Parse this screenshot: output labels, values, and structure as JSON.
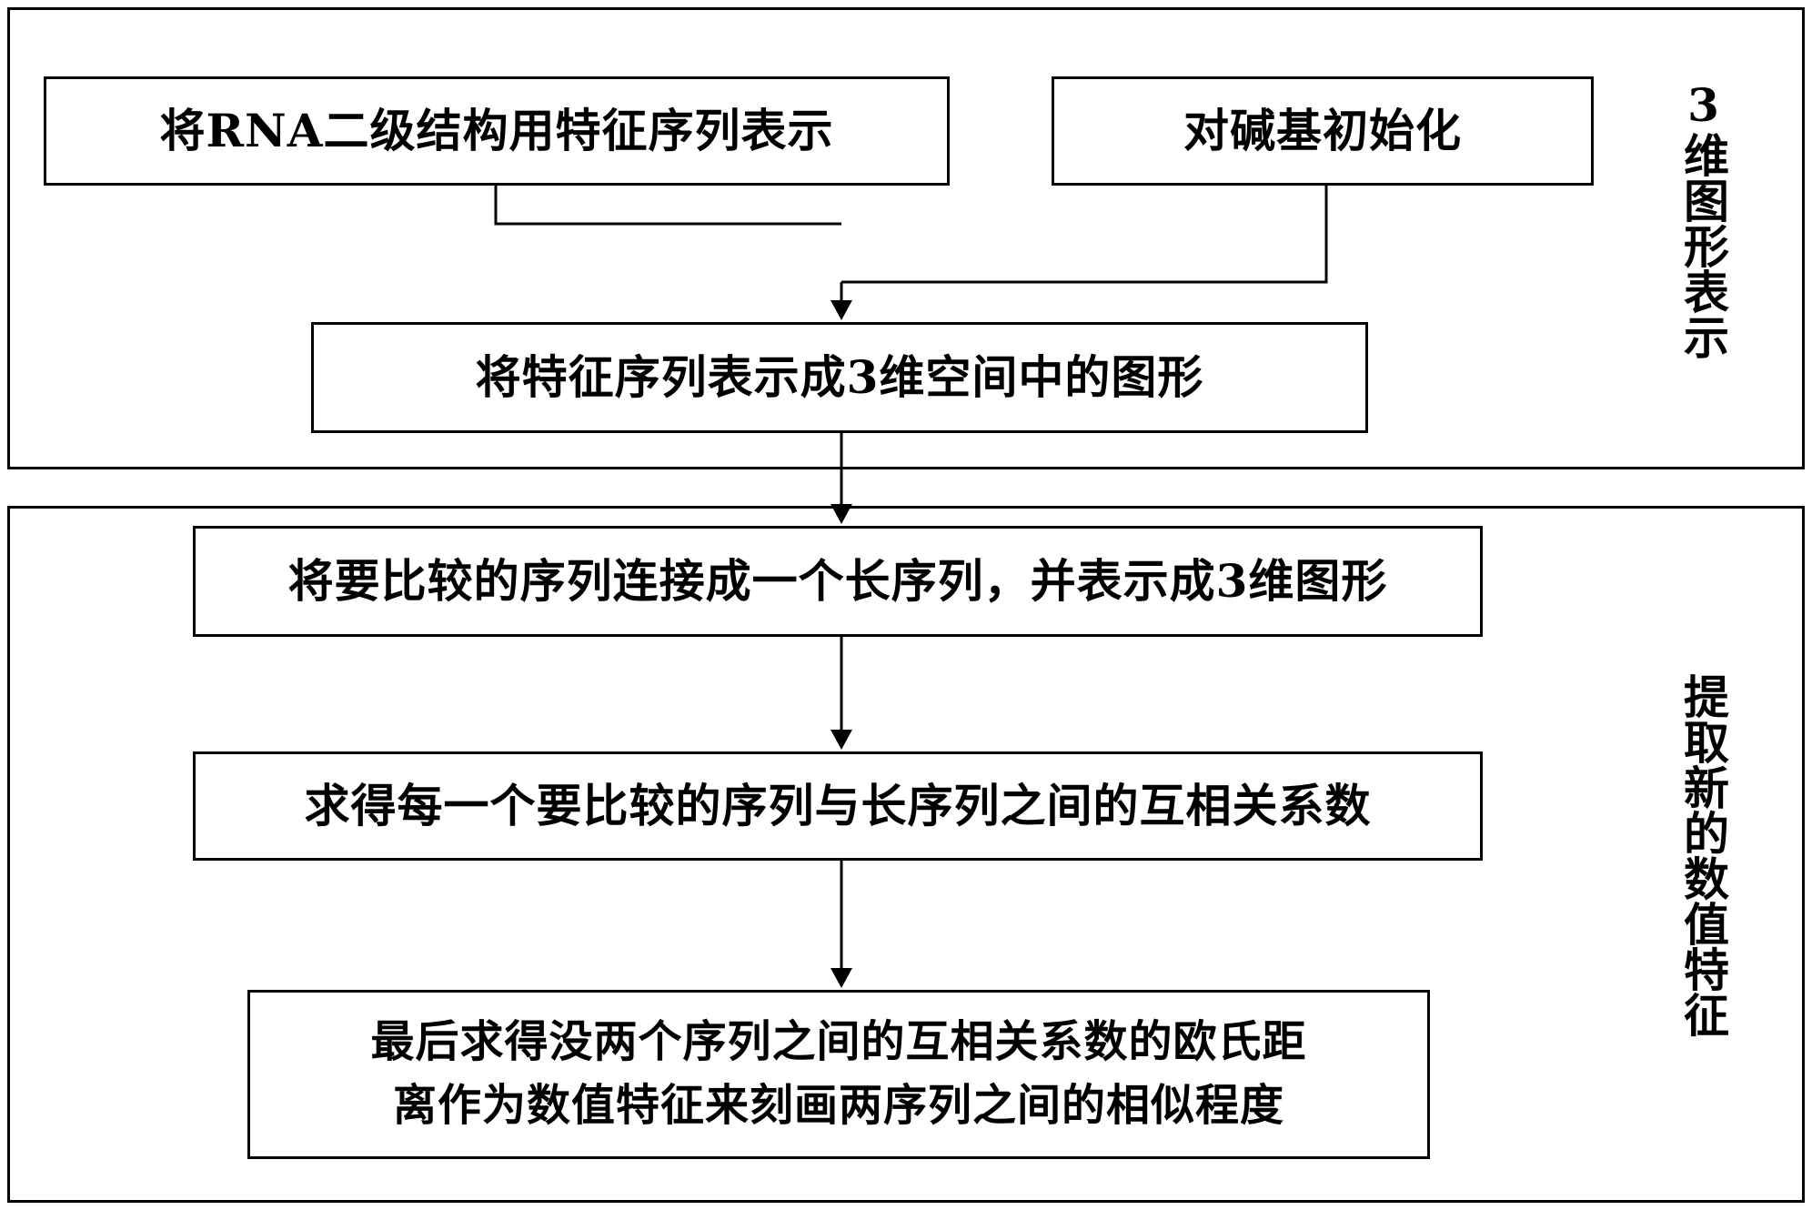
{
  "groups": {
    "top_label": "3维图形表示",
    "bottom_label": "提取新的数值特征"
  },
  "steps": {
    "rna_feature": "将RNA二级结构用特征序列表示",
    "base_init": "对碱基初始化",
    "to_3d": "将特征序列表示成3维空间中的图形",
    "concat": "将要比较的序列连接成一个长序列，并表示成3维图形",
    "correlation": "求得每一个要比较的序列与长序列之间的互相关系数",
    "final_line1": "最后求得没两个序列之间的互相关系数的欧氏距",
    "final_line2": "离作为数值特征来刻画两序列之间的相似程度"
  }
}
